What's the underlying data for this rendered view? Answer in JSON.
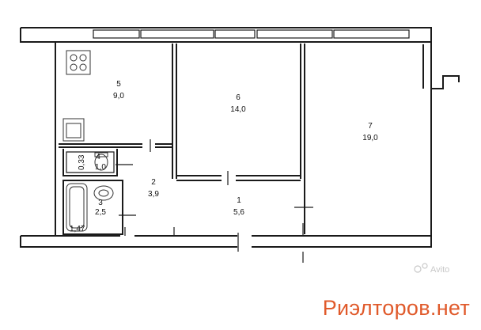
{
  "rooms": [
    {
      "number": "5",
      "area": "9,0"
    },
    {
      "number": "6",
      "area": "14,0"
    },
    {
      "number": "7",
      "area": "19,0"
    },
    {
      "number": "4",
      "area": "1,0"
    },
    {
      "number": "2",
      "area": "3,9"
    },
    {
      "number": "3",
      "area": "2,5"
    },
    {
      "number": "1",
      "area": "5,6"
    }
  ],
  "extra_labels": {
    "closet_area": "0,33",
    "bathtub_area": "1,47"
  },
  "watermark": "Avito",
  "brand": "Риэлторов.нет",
  "colors": {
    "walls": "#1a1a1a",
    "brand": "#e05a2b",
    "watermark": "#c8c8c8"
  }
}
